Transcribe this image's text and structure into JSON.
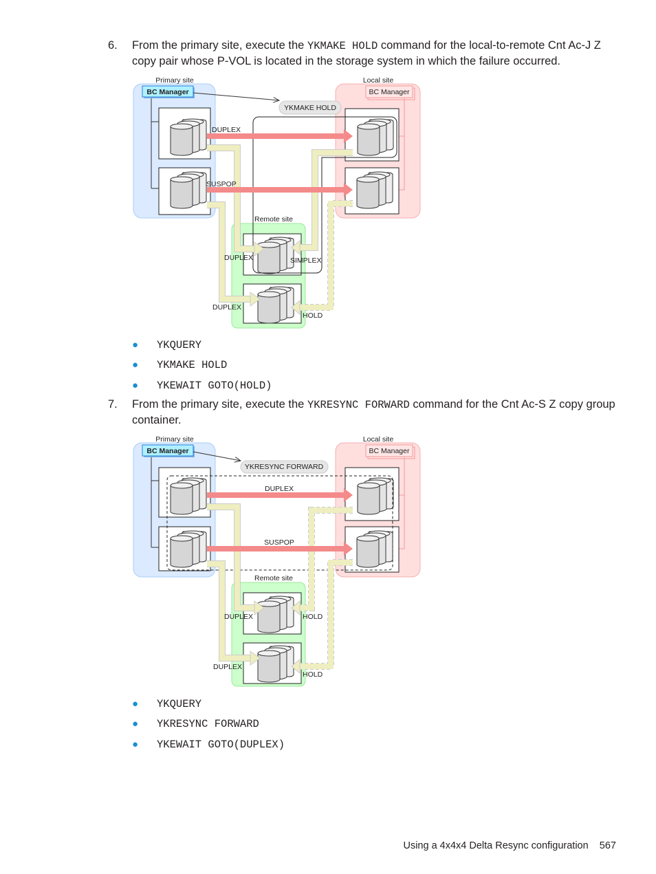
{
  "step6": {
    "number": "6.",
    "text_before": "From the primary site, execute the ",
    "command": "YKMAKE HOLD",
    "text_after": " command for the local-to-remote Cnt Ac-J Z copy pair whose P-VOL is located in the storage system in which the failure occurred.",
    "diagram": {
      "primary_site": "Primary site",
      "local_site": "Local site",
      "remote_site": "Remote site",
      "bc_manager_primary": "BC Manager",
      "bc_manager_local": "BC Manager",
      "command_pill": "YKMAKE HOLD",
      "label_duplex_top": "DUPLEX",
      "label_suspop": "SUSPOP",
      "label_remote1_left": "DUPLEX",
      "label_remote1_right": "SIMPLEX",
      "label_remote2_left": "DUPLEX",
      "label_remote2_right": "HOLD"
    },
    "bullets": [
      "YKQUERY",
      "YKMAKE HOLD",
      "YKEWAIT GOTO(HOLD)"
    ]
  },
  "step7": {
    "number": "7.",
    "text_before": "From the primary site, execute the ",
    "command": "YKRESYNC FORWARD",
    "text_after": " command for the Cnt Ac-S Z copy group container.",
    "diagram": {
      "primary_site": "Primary site",
      "local_site": "Local site",
      "remote_site": "Remote site",
      "bc_manager_primary": "BC Manager",
      "bc_manager_local": "BC Manager",
      "command_pill": "YKRESYNC FORWARD",
      "label_duplex_top": "DUPLEX",
      "label_suspop": "SUSPOP",
      "label_remote1_left": "DUPLEX",
      "label_remote1_right": "HOLD",
      "label_remote2_left": "DUPLEX",
      "label_remote2_right": "HOLD"
    },
    "bullets": [
      "YKQUERY",
      "YKRESYNC FORWARD",
      "YKEWAIT GOTO(DUPLEX)"
    ]
  },
  "footer": {
    "section": "Using a 4x4x4 Delta Resync configuration",
    "page_number": "567"
  },
  "colors": {
    "bullet": "#1a8fd1",
    "primary_site": "#dbeaff",
    "local_site": "#ffdede",
    "remote_site": "#ccffcc",
    "red_arrow": "#f48a8a",
    "yellow_path": "#eeeec0"
  }
}
